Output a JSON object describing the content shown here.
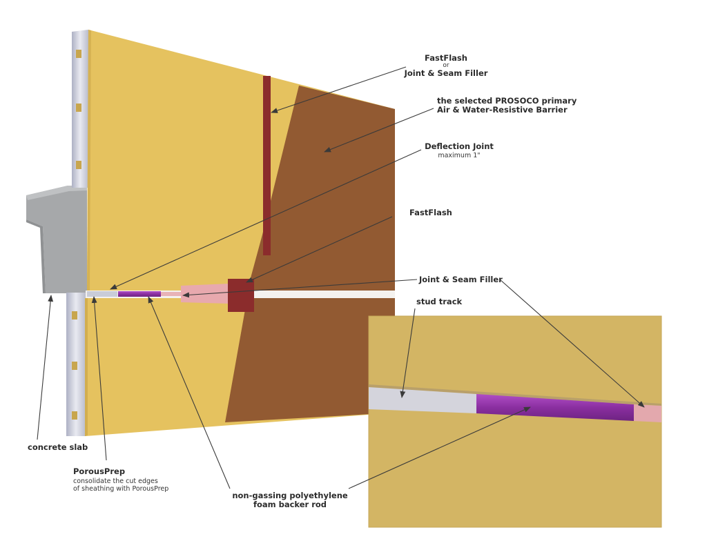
{
  "labels": {
    "fastflash_or_jsf": {
      "line1": "FastFlash",
      "line2": "or",
      "line3": "Joint & Seam Filler"
    },
    "primary_barrier": {
      "line1": "the selected PROSOCO primary",
      "line2": "Air & Water-Resistive Barrier"
    },
    "deflection_joint": {
      "title": "Deflection Joint",
      "note": "maximum 1\""
    },
    "fastflash": {
      "title": "FastFlash"
    },
    "joint_seam_filler": {
      "title": "Joint & Seam Filler"
    },
    "stud_track": {
      "title": "stud track"
    },
    "concrete_slab": {
      "title": "concrete slab"
    },
    "porousprep": {
      "title": "PorousPrep",
      "note1": "consolidate the cut edges",
      "note2": "of sheathing with PorousPrep"
    },
    "backer_rod": {
      "line1": "non-gassing polyethylene",
      "line2": "foam backer rod"
    }
  },
  "colors": {
    "sheathing": "#e5c25f",
    "barrier": "#925a32",
    "fastflash": "#8b2c2c",
    "joint_filler": "#e8a9ae",
    "backer_rod": "#8a2fa0",
    "stud_track": "#c9ccd8",
    "concrete": "#a7a9ab",
    "inset_bg": "#d3b564",
    "leader": "#3a3a3a"
  }
}
